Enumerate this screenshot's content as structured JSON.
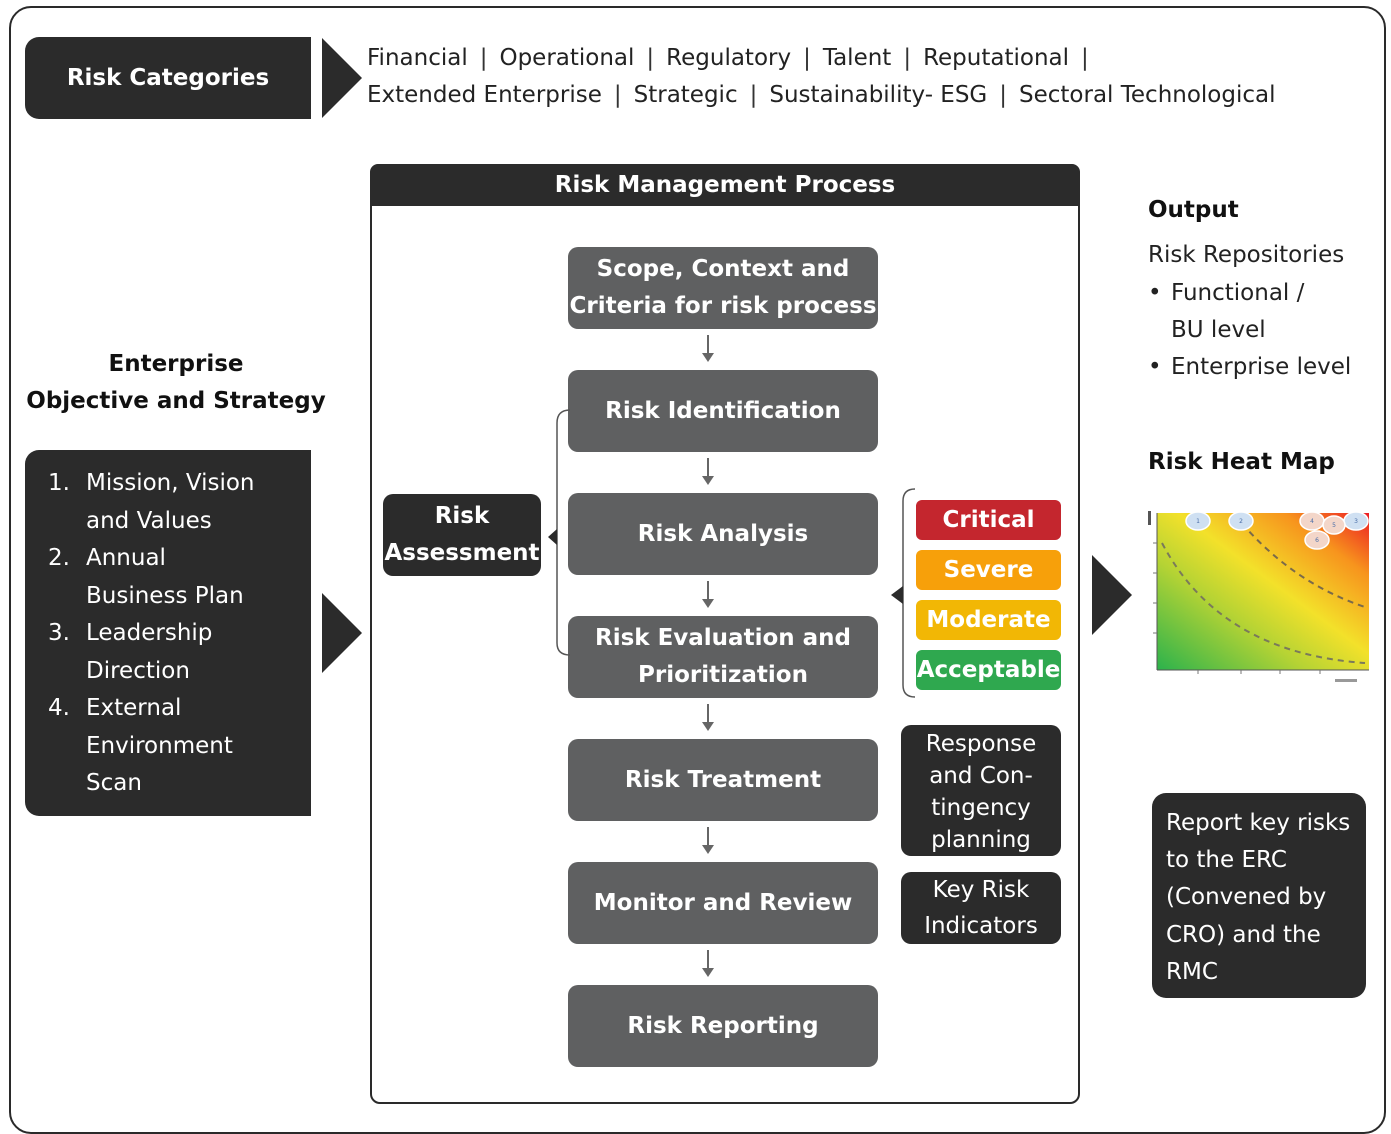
{
  "risk_categories": {
    "label": "Risk Categories",
    "line1": [
      "Financial",
      "Operational",
      "Regulatory",
      "Talent",
      "Reputational"
    ],
    "line2": [
      "Extended Enterprise",
      "Strategic",
      "Sustainability- ESG",
      "Sectoral Technological"
    ],
    "separator": "|"
  },
  "enterprise": {
    "heading_line1": "Enterprise",
    "heading_line2": "Objective and Strategy",
    "items": [
      {
        "num": "1.",
        "line1": "Mission, Vision",
        "line2": "and Values"
      },
      {
        "num": "2.",
        "line1": "Annual",
        "line2": "Business Plan"
      },
      {
        "num": "3.",
        "line1": "Leadership",
        "line2": "Direction"
      },
      {
        "num": "4.",
        "line1": "External",
        "line2": "Environment",
        "line3": "Scan"
      }
    ]
  },
  "process": {
    "title": "Risk Management Process",
    "steps": {
      "scope": {
        "line1": "Scope, Context and",
        "line2": "Criteria for risk process"
      },
      "identification": "Risk Identification",
      "analysis": "Risk Analysis",
      "evaluation": {
        "line1": "Risk Evaluation and",
        "line2": "Prioritization"
      },
      "treatment": "Risk Treatment",
      "monitor": "Monitor and Review",
      "reporting": "Risk Reporting"
    },
    "assessment": {
      "line1": "Risk",
      "line2": "Assessment"
    },
    "levels": [
      {
        "label": "Critical",
        "color": "#c4262e"
      },
      {
        "label": "Severe",
        "color": "#f7a00a"
      },
      {
        "label": "Moderate",
        "color": "#f2b705"
      },
      {
        "label": "Acceptable",
        "color": "#2fa84f"
      }
    ],
    "response": {
      "line1": "Response",
      "line2": "and Con-",
      "line3": "tingency",
      "line4": "planning"
    },
    "kri": {
      "line1": "Key Risk",
      "line2": "Indicators"
    }
  },
  "output": {
    "heading": "Output",
    "repositories": "Risk Repositories",
    "bullet1_line1": "Functional /",
    "bullet1_line2": "BU level",
    "bullet2": "Enterprise level",
    "heatmap_title": "Risk Heat Map",
    "heatmap_bubbles": [
      "1",
      "2",
      "3",
      "4",
      "5",
      "6"
    ],
    "report": {
      "line1": "Report key risks",
      "line2": "to the ERC",
      "line3": "(Convened by",
      "line4": "CRO) and the",
      "line5": "RMC"
    }
  }
}
